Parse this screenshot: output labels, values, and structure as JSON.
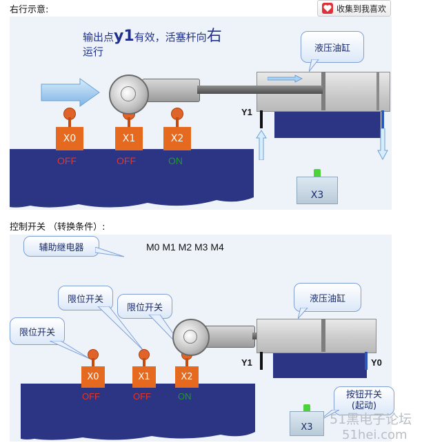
{
  "header": {
    "right_demo_title": "右行示意:",
    "favorite_label": "收集到我喜欢"
  },
  "top": {
    "instruction_line1_prefix": "输出点",
    "instruction_line1_big": "y1",
    "instruction_line1_mid": "有效，活塞杆向",
    "instruction_line1_end": "右",
    "instruction_line2": "运行",
    "cylinder_bubble": "液压油缸",
    "y1_label": "Y1",
    "x3_label": "X3",
    "switches": [
      {
        "label": "X0",
        "state": "OFF",
        "state_color": "#e0362a"
      },
      {
        "label": "X1",
        "state": "OFF",
        "state_color": "#e0362a"
      },
      {
        "label": "X2",
        "state": "ON",
        "state_color": "#1f9a2a"
      }
    ]
  },
  "bottom": {
    "section_title": "控制开关 （转换条件）:",
    "relay_bubble": "辅助继电器",
    "relays": "M0 M1 M2 M3 M4",
    "limit_switch_1": "限位开关",
    "limit_switch_2": "限位开关",
    "limit_switch_3": "限位开关",
    "cylinder_bubble": "液压油缸",
    "y1_label": "Y1",
    "y0_label": "Y0",
    "button_bubble_line1": "按钮开关",
    "button_bubble_line2": "(起动)",
    "x3_label": "X3",
    "switches": [
      {
        "label": "X0",
        "state": "OFF",
        "state_color": "#e0362a"
      },
      {
        "label": "X1",
        "state": "OFF",
        "state_color": "#e0362a"
      },
      {
        "label": "X2",
        "state": "ON",
        "state_color": "#1f9a2a"
      }
    ]
  },
  "watermark": {
    "line1": "51黑电子论坛",
    "line2": "51hei.com"
  },
  "colors": {
    "ground": "#2b3584",
    "switch": "#e56a1f",
    "arrow": "#8fc2ee"
  }
}
